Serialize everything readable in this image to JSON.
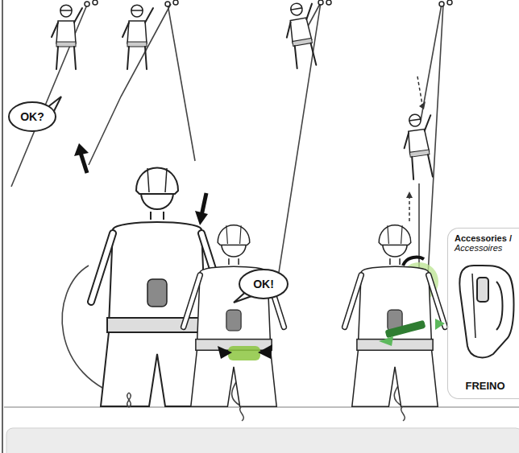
{
  "diagram": {
    "nodes": [
      {
        "text": [
          "OK?"
        ]
      },
      {
        "text": [
          "OK!"
        ]
      },
      {
        "text": [
          "Accessories /",
          "Accessoires",
          "FREINO"
        ]
      }
    ]
  }
}
